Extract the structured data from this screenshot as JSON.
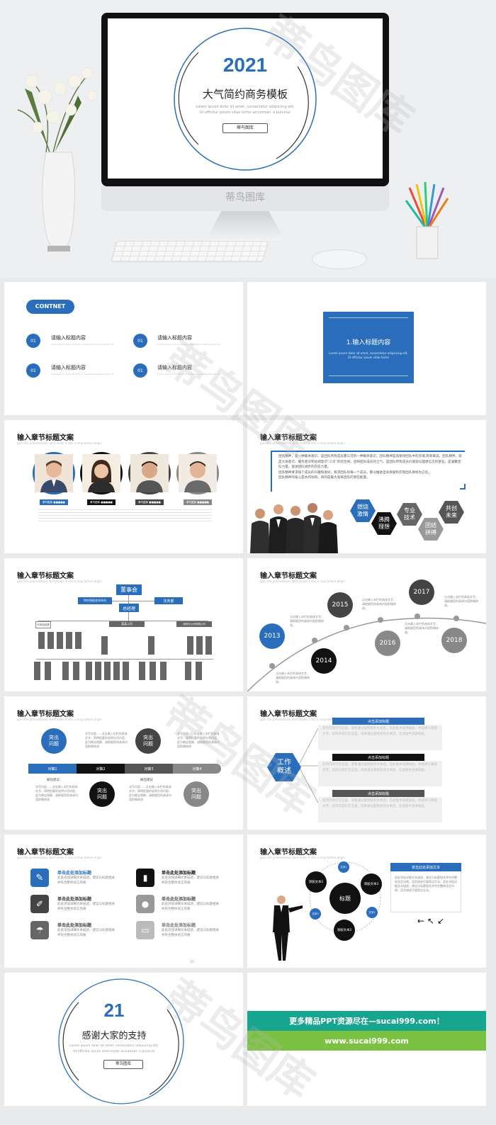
{
  "cover": {
    "year": "2021",
    "title": "大气简约商务模板",
    "sub1": "Lorem ipsum dolor sit amet, consectetur adipiscing elit.",
    "sub2": "Ut efficitur ipsum vitae tortor accumsan, a pulvinar",
    "button": "蒂鸟图库",
    "brand": "蒂鸟图库"
  },
  "contents": {
    "badge": "CONTNET",
    "items": [
      {
        "num": "01",
        "label": "请输入标题内容"
      },
      {
        "num": "01",
        "label": "请输入标题内容"
      },
      {
        "num": "01",
        "label": "请输入标题内容"
      },
      {
        "num": "01",
        "label": "请输入标题内容"
      }
    ],
    "item_sub": "Lorem ipsum dolor sit amet, consectetur adipiscing elit. Ut"
  },
  "section": {
    "title": "1.输入标题内容",
    "sub1": "Lorem ipsum dolor sit amet, consectetur adipiscing elit.",
    "sub2": "Ut efficitur ipsum vitae tortor"
  },
  "slide_title": "输入章节标题文案",
  "slide_sub": "gain the presentation, best make it into a map before begin",
  "team": {
    "labels": [
      "蒂鸟图库 ■■■■■",
      "蒂鸟图库 ■■■■■",
      "蒂鸟图库 ■■■■■",
      "蒂鸟图库 ■■■■■"
    ]
  },
  "spirit": {
    "p1": "团队精神，是一种集体意识，是团队所有成员都认可的一种集体意识。团队精神是高绩效团队中的灵魂,简单来说，团队精神，就是大局意识、服务意识和协调意识“三识”的综合体。反映团队成员的士气，是团队所有成员价值观与理想信念的基石，是凝聚团队力量，促进团队进步的内在力量。",
    "p2": "团队精神要求每个成员的兴趣和爱好，要求团队的每一个成员，都以推进自身贡献和实现团队目标为己任。",
    "p3": "团队精神的核心是协作协同，目的是最大发挥团队的潜在能量。",
    "hex": [
      "燃烧\n激情",
      "沸腾\n理想",
      "专业\n技术",
      "团结\n拼搏",
      "共创\n未来"
    ]
  },
  "org": {
    "top": "董事会",
    "gm": "总经理",
    "left": "特许授权合作伙伴",
    "right": "法务部",
    "mid1": "某某公司",
    "mid2": "深圳分公司有限公司",
    "left_title": "市场部经理"
  },
  "timeline": {
    "years": [
      "2013",
      "2014",
      "2015",
      "2016",
      "2017",
      "2018"
    ],
    "desc": "点击输入本栏的具体文字，请根据您的具体内容酌情修改。"
  },
  "problems": {
    "bubbles": [
      "突出\n问题",
      "突出\n问题",
      "突出\n问题",
      "突出\n问题"
    ],
    "bars": [
      "对策1",
      "对策2",
      "对策3",
      "对策4"
    ],
    "heads": [
      "概括建议",
      "概括建议"
    ],
    "text": "详写内容......点击输入本栏的具体文字，简明扼要的说明分项内容，此为概念图解，请根据您的具体内容酌情修改"
  },
  "work": {
    "hex": "工作\n概述",
    "items": [
      "点击添加标题",
      "点击添加标题",
      "点击添加标题"
    ],
    "text": "您的内容打在这里，或者通过复制您的文本后，在此框中选择粘贴，并选择只保留文字。您的内容打在这里，或者通过复制您的文本后，在此框中选择粘贴。"
  },
  "icons": {
    "items": [
      {
        "title": "单击此处添加标题",
        "icon": "wrench-icon"
      },
      {
        "title": "单击此处添加标题",
        "icon": "chart-icon"
      },
      {
        "title": "单击此处添加标题",
        "icon": "pencil-icon"
      },
      {
        "title": "单击此处添加标题",
        "icon": "chat-icon"
      },
      {
        "title": "单击此处添加标题",
        "icon": "umbrella-icon"
      },
      {
        "title": "单击此处添加标题",
        "icon": "monitor-icon"
      }
    ],
    "text": "此处添加详细文本描述，建议与标题相关并符合整体语言风格",
    "page": "10"
  },
  "cycle": {
    "center": "标题",
    "nodes": [
      "添加文本1",
      "添加文本2",
      "添加文本3",
      "文本1",
      "文本2",
      "文本3"
    ],
    "panel_title": "单击此处添加文本",
    "panel_text": "此处添加详细文本描述，建议与标题相关并符合整体语言风格，语言描述尽量简洁生动。此处添加详细文本描述，建议与标题相关并符合整体语言风格，语言描述尽量简洁生动。"
  },
  "thanks": {
    "num": "21",
    "title": "感谢大家的支持",
    "sub1": "Lorem ipsum dolor sit amet, consectetur adipiscing elit.",
    "sub2": "Ut efficitur ipsum vitae tortor accumsan, a pulvinar",
    "button": "蒂鸟图库"
  },
  "promo": {
    "line1": "更多精品PPT资源尽在—sucai999.com！",
    "line2": "www.sucai999.com"
  },
  "colors": {
    "blue": "#2a6ebb",
    "black": "#111111",
    "gray": "#666666"
  }
}
